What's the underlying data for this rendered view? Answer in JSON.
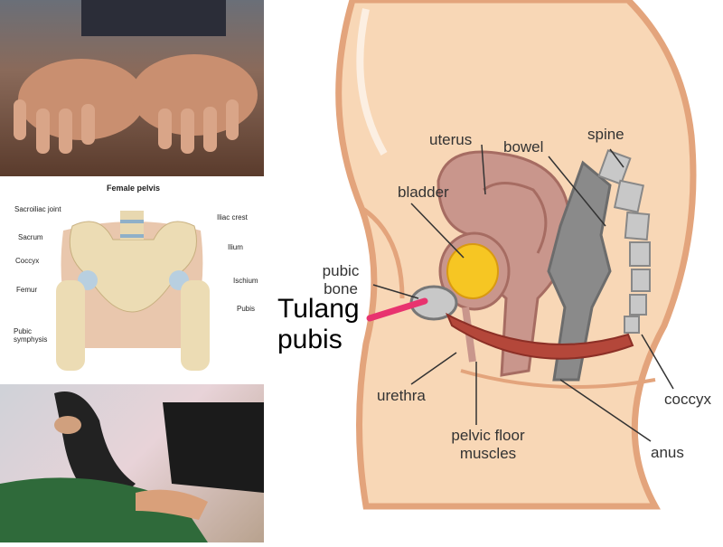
{
  "pelvis_figure": {
    "title": "Female pelvis",
    "labels": {
      "sacroiliac": "Sacroiliac joint",
      "sacrum": "Sacrum",
      "coccyx": "Coccyx",
      "femur": "Femur",
      "pubic_symphysis": "Pubic symphysis",
      "iliac_crest": "Iliac crest",
      "ilium": "Ilium",
      "ischium": "Ischium",
      "pubis": "Pubis"
    }
  },
  "diagram": {
    "labels": {
      "uterus": "uterus",
      "bowel": "bowel",
      "spine": "spine",
      "bladder": "bladder",
      "pubic_bone": "pubic bone",
      "urethra": "urethra",
      "pelvic_floor": "pelvic floor muscles",
      "anus": "anus",
      "coccyx": "coccyx"
    },
    "annotation": "Tulang pubis",
    "colors": {
      "skin": "#f8d7b6",
      "outline": "#e3a47c",
      "muscle": "#b4473a",
      "annotation_line": "#e8336f"
    }
  }
}
